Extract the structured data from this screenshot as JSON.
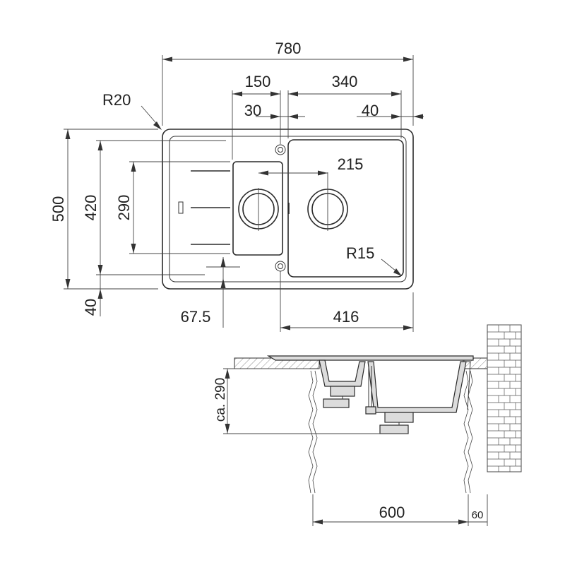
{
  "top_view": {
    "overall_width": "780",
    "drainer_width": "150",
    "main_bowl_width": "340",
    "bowl_gap": "30",
    "right_rim": "40",
    "corner_radius_outer": "R20",
    "corner_radius_bowl": "R15",
    "waste_spacing": "215",
    "overall_depth": "500",
    "inner_depth": "420",
    "bowl_depth": "290",
    "front_rim": "40",
    "drainer_offset": "67.5",
    "main_bowl_offset": "416"
  },
  "side_view": {
    "bowl_height": "ca. 290",
    "cabinet_width": "600",
    "wall_gap": "60"
  }
}
